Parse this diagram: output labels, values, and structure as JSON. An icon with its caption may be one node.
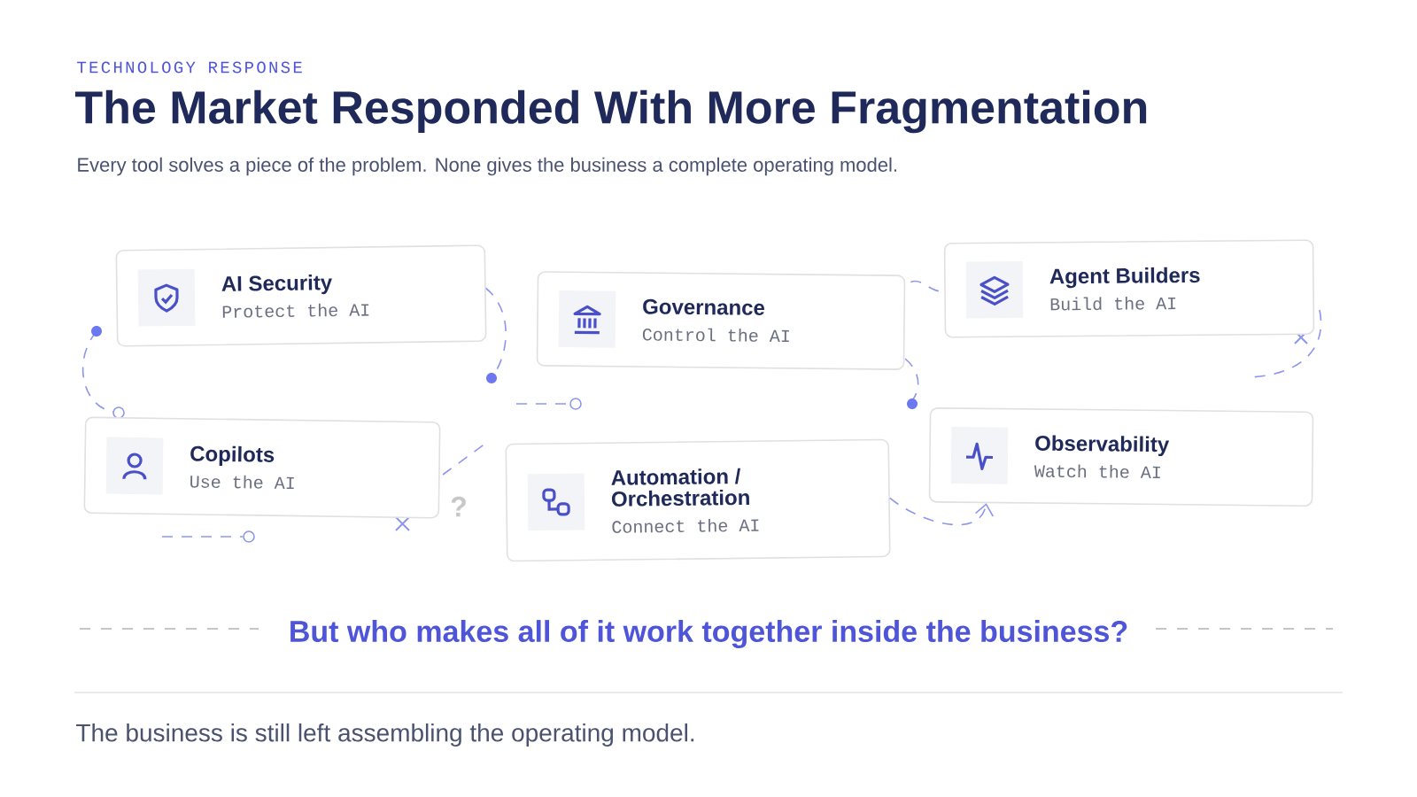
{
  "diagram": {
    "title": "The Market Responded With More Fragmentation",
    "nodes": [
      {
        "text": [
          "AI Security",
          "Protect the AI"
        ]
      },
      {
        "text": [
          "Governance",
          "Control the AI"
        ]
      },
      {
        "text": [
          "Agent Builders",
          "Build the AI"
        ]
      },
      {
        "text": [
          "Copilots",
          "Use the AI"
        ]
      },
      {
        "text": [
          "Automation / Orchestration",
          "Connect the AI"
        ]
      },
      {
        "text": [
          "Observability",
          "Watch the AI"
        ]
      }
    ],
    "edges": [
      {
        "from": 1,
        "to": 2,
        "arrow": "none",
        "style": "dashed"
      },
      {
        "from": 4,
        "to": 5,
        "arrow": "to",
        "style": "dashed"
      }
    ],
    "labels": [
      "TECHNOLOGY RESPONSE",
      "Every tool solves a piece of the problem. None gives the business a complete operating model.",
      "?",
      "But who makes all of it work together inside the business?",
      "The business is still left assembling the operating model."
    ]
  }
}
